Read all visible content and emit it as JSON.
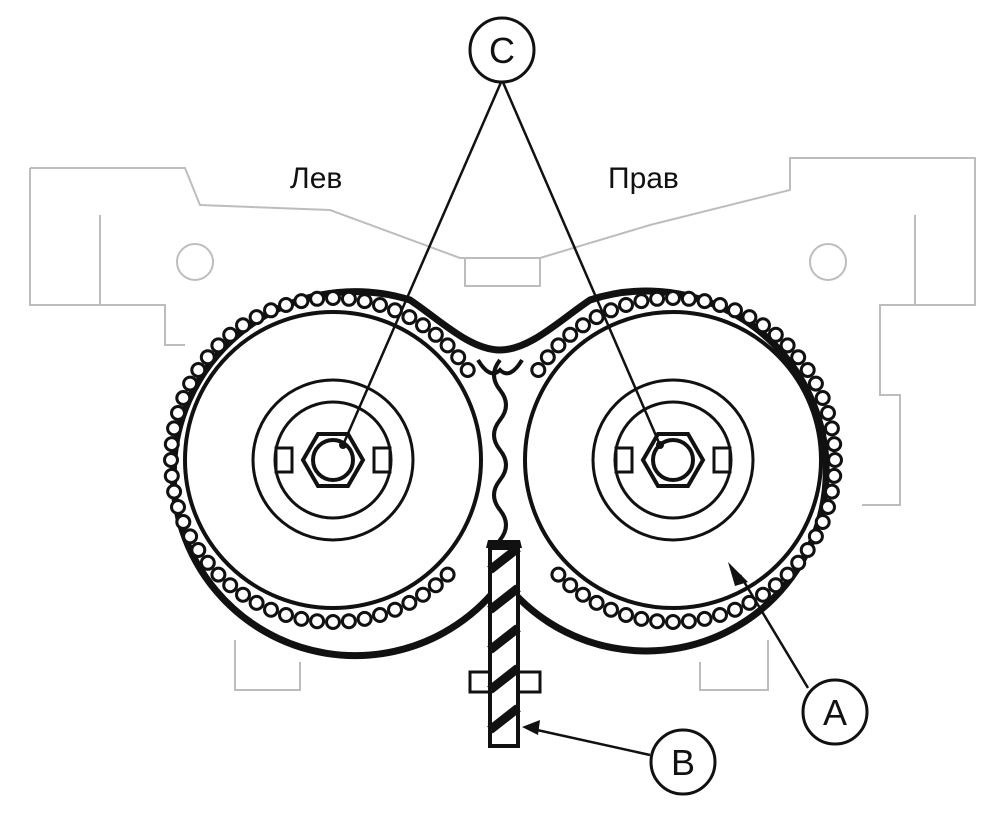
{
  "labels": {
    "left": "Лев",
    "right": "Прав"
  },
  "callouts": {
    "a": "A",
    "b": "B",
    "c": "C"
  },
  "colors": {
    "ink": "#111111",
    "faint": "#bdbdbd",
    "background": "#ffffff"
  }
}
